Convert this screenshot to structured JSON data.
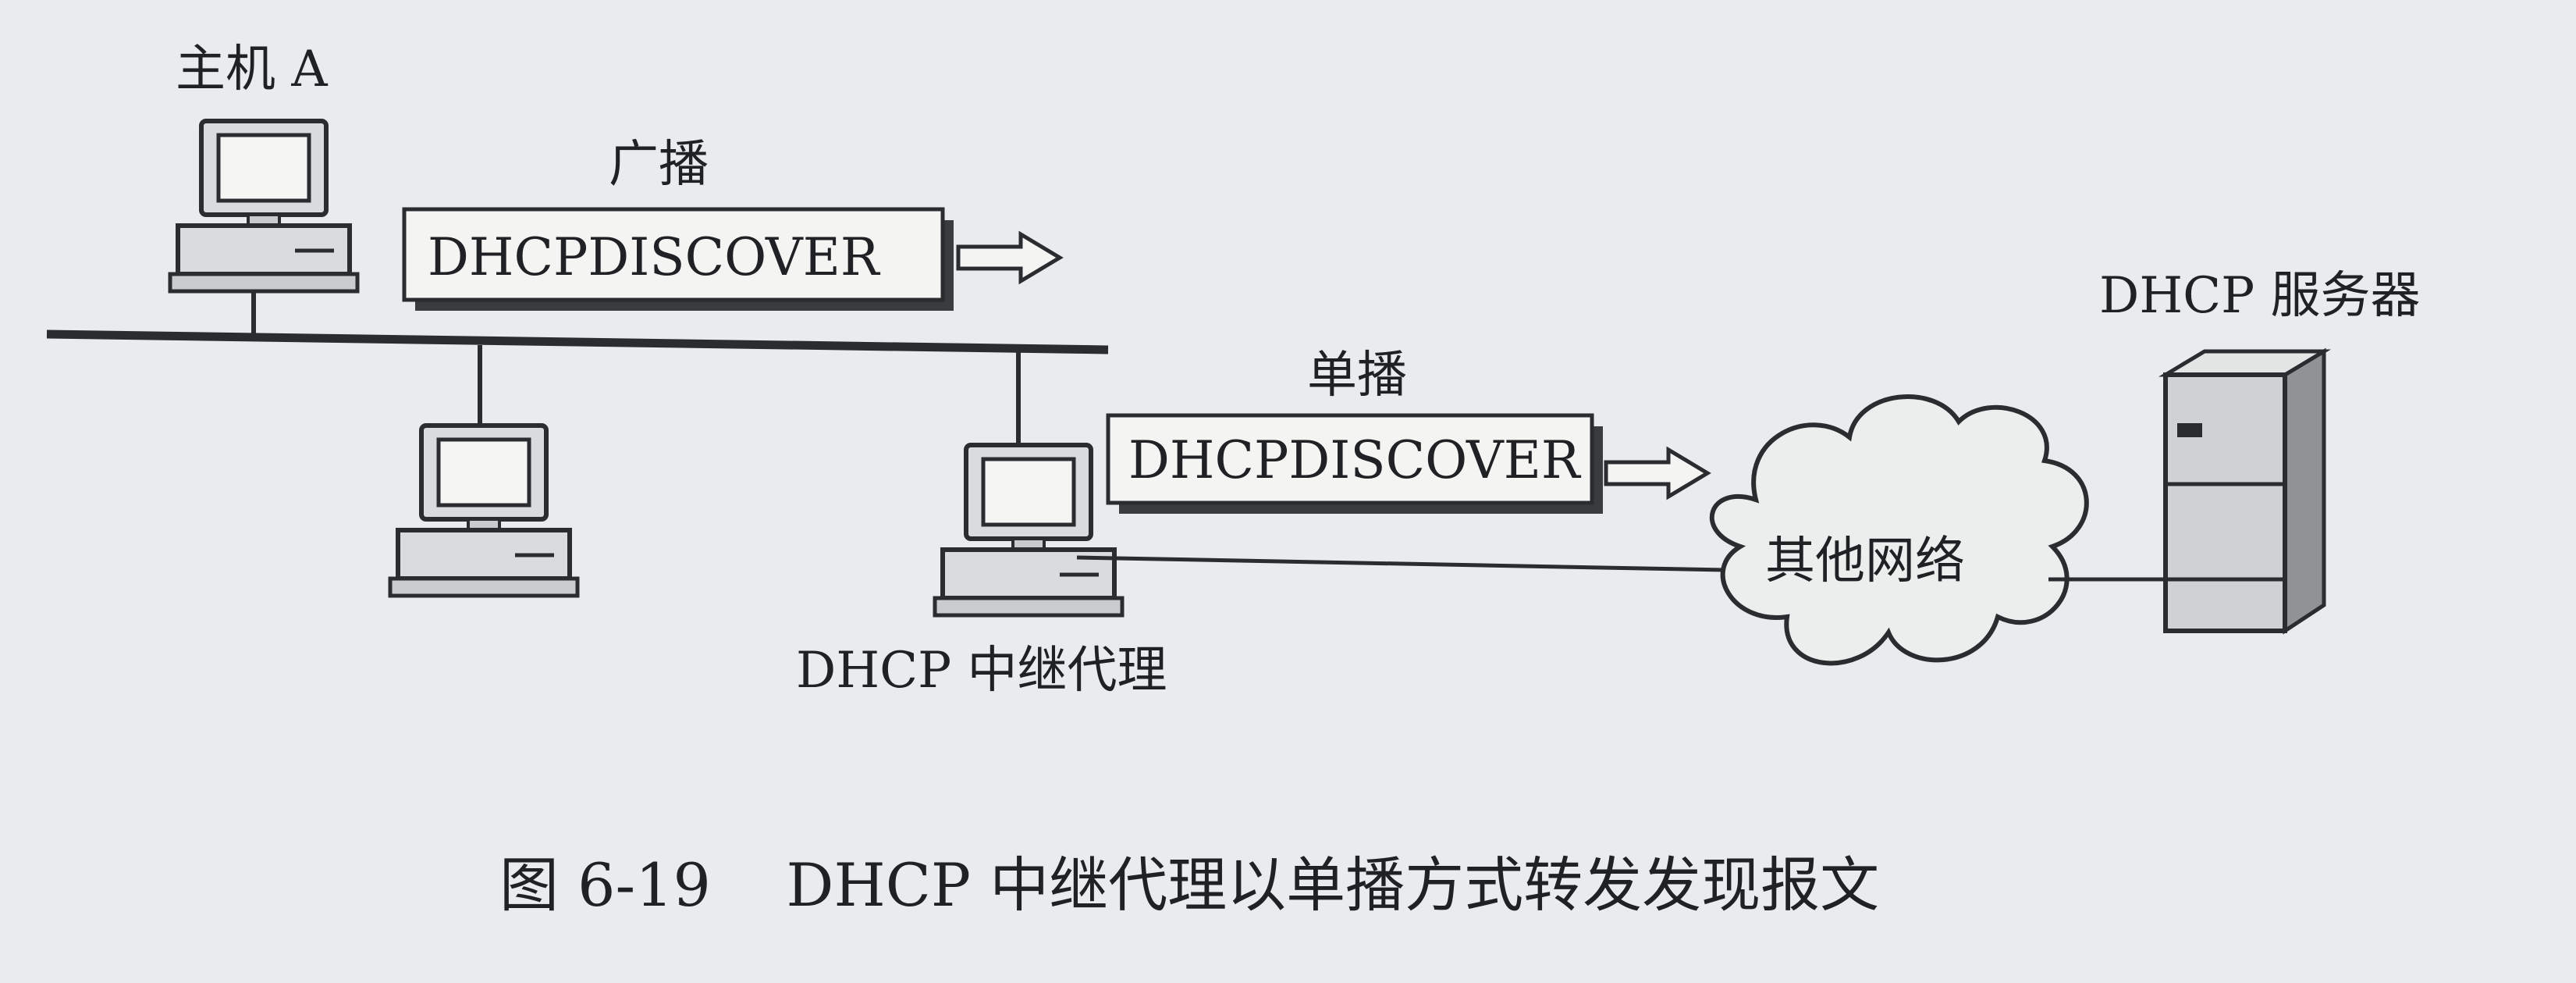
{
  "diagram": {
    "host_a_label": "主机 A",
    "broadcast_label": "广播",
    "broadcast_message": "DHCPDISCOVER",
    "unicast_label": "单播",
    "unicast_message": "DHCPDISCOVER",
    "relay_agent_label": "DHCP 中继代理",
    "other_network_label": "其他网络",
    "dhcp_server_label": "DHCP 服务器",
    "caption": "图 6-19    DHCP 中继代理以单播方式转发发现报文"
  },
  "icons": {
    "host_a": "desktop-computer-icon",
    "lan_host": "desktop-computer-icon",
    "relay_agent": "desktop-computer-icon",
    "server": "server-tower-icon",
    "network": "cloud-icon"
  },
  "colors": {
    "background": "#e9ecec",
    "ink": "#1d1f22",
    "box_fill": "#f4f5f3",
    "box_shadow": "#3a3b3d",
    "computer_body": "#d9dcdc",
    "server_body": "#cfd2d3"
  }
}
